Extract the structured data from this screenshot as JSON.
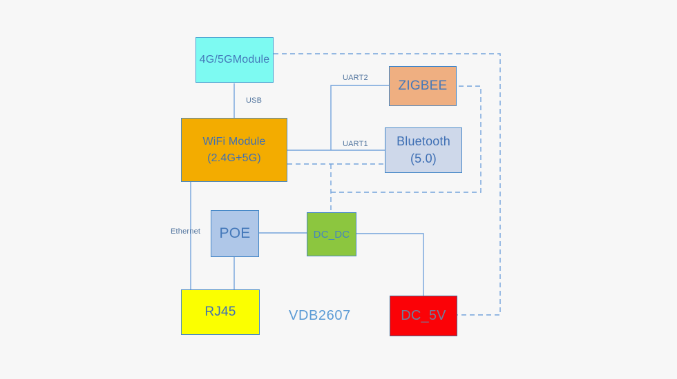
{
  "diagram": {
    "caption": "VDB2607",
    "colors": {
      "background": "#f7f7f7",
      "connector": "#74a3dc",
      "box_border": "#4587c7",
      "small_label_text": "#51749e",
      "caption_text": "#5b9bd5"
    },
    "nodes": [
      {
        "id": "module-4g5g",
        "lines": [
          "4G/5GModule"
        ],
        "fill": "#7dfaf2",
        "border": "#44a3d2",
        "text_color": "#4478b9"
      },
      {
        "id": "wifi",
        "lines": [
          "WiFi Module",
          "(2.4G+5G)"
        ],
        "fill": "#f3ac00",
        "border": "#4587c7",
        "text_color": "#3e6fb4"
      },
      {
        "id": "zigbee",
        "lines": [
          "ZIGBEE"
        ],
        "fill": "#efaf81",
        "border": "#4587c7",
        "text_color": "#4478b9"
      },
      {
        "id": "bluetooth",
        "lines": [
          "Bluetooth",
          "(5.0)"
        ],
        "fill": "#ced8ea",
        "border": "#4587c7",
        "text_color": "#3e6fb4"
      },
      {
        "id": "poe",
        "lines": [
          "POE"
        ],
        "fill": "#afc7e8",
        "border": "#4587c7",
        "text_color": "#4478b9"
      },
      {
        "id": "dcdc",
        "lines": [
          "DC_DC"
        ],
        "fill": "#8cc63f",
        "border": "#4587c7",
        "text_color": "#4585c0"
      },
      {
        "id": "rj45",
        "lines": [
          "RJ45"
        ],
        "fill": "#fbff00",
        "border": "#4587c7",
        "text_color": "#3e6fb4"
      },
      {
        "id": "dc5v",
        "lines": [
          "DC_5V"
        ],
        "fill": "#fb0207",
        "border": "#456a96",
        "text_color": "#6f7e9b"
      }
    ],
    "edge_labels": {
      "usb": "USB",
      "uart2": "UART2",
      "uart1": "UART1",
      "ethernet": "Ethernet"
    },
    "edges": [
      {
        "from": "4G/5GModule",
        "to": "WiFi Module (2.4G+5G)",
        "style": "solid",
        "label": "USB"
      },
      {
        "from": "WiFi Module (2.4G+5G)",
        "to": "ZIGBEE",
        "style": "solid",
        "label": "UART2"
      },
      {
        "from": "WiFi Module (2.4G+5G)",
        "to": "Bluetooth (5.0)",
        "style": "solid",
        "label": "UART1"
      },
      {
        "from": "WiFi Module (2.4G+5G)",
        "to": "RJ45",
        "style": "solid",
        "label": "Ethernet"
      },
      {
        "from": "POE",
        "to": "DC_DC",
        "style": "solid",
        "label": ""
      },
      {
        "from": "POE",
        "to": "RJ45",
        "style": "solid",
        "label": ""
      },
      {
        "from": "DC_DC",
        "to": "DC_5V",
        "style": "solid",
        "label": ""
      },
      {
        "from": "DC_5V",
        "to": "4G/5GModule",
        "style": "dashed",
        "label": ""
      },
      {
        "from": "DC_DC",
        "to": "WiFi Module (2.4G+5G)",
        "style": "dashed",
        "label": ""
      },
      {
        "from": "DC_DC",
        "to": "Bluetooth (5.0)",
        "style": "dashed",
        "label": ""
      },
      {
        "from": "DC_DC",
        "to": "ZIGBEE",
        "style": "dashed",
        "label": ""
      }
    ]
  }
}
